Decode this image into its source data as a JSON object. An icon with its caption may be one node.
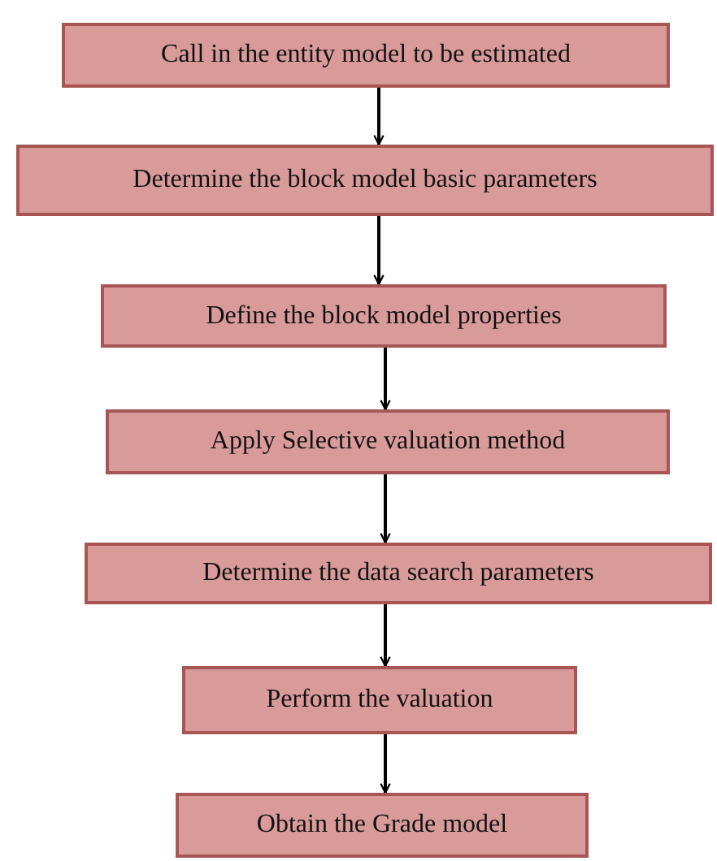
{
  "diagram": {
    "nodes": [
      {
        "text": [
          "Call in the entity model to be estimated"
        ]
      },
      {
        "text": [
          "Determine the block model basic parameters"
        ]
      },
      {
        "text": [
          "Define the block model properties"
        ]
      },
      {
        "text": [
          "Apply Selective valuation method"
        ]
      },
      {
        "text": [
          "Determine the data search parameters"
        ]
      },
      {
        "text": [
          "Perform the valuation"
        ]
      },
      {
        "text": [
          "Obtain the Grade model"
        ]
      }
    ],
    "edges": [
      {
        "from": 0,
        "to": 1,
        "arrow": "to"
      },
      {
        "from": 1,
        "to": 2,
        "arrow": "to"
      },
      {
        "from": 2,
        "to": 3,
        "arrow": "to"
      },
      {
        "from": 3,
        "to": 4,
        "arrow": "to"
      },
      {
        "from": 4,
        "to": 5,
        "arrow": "to"
      },
      {
        "from": 5,
        "to": 6,
        "arrow": "to"
      }
    ]
  }
}
